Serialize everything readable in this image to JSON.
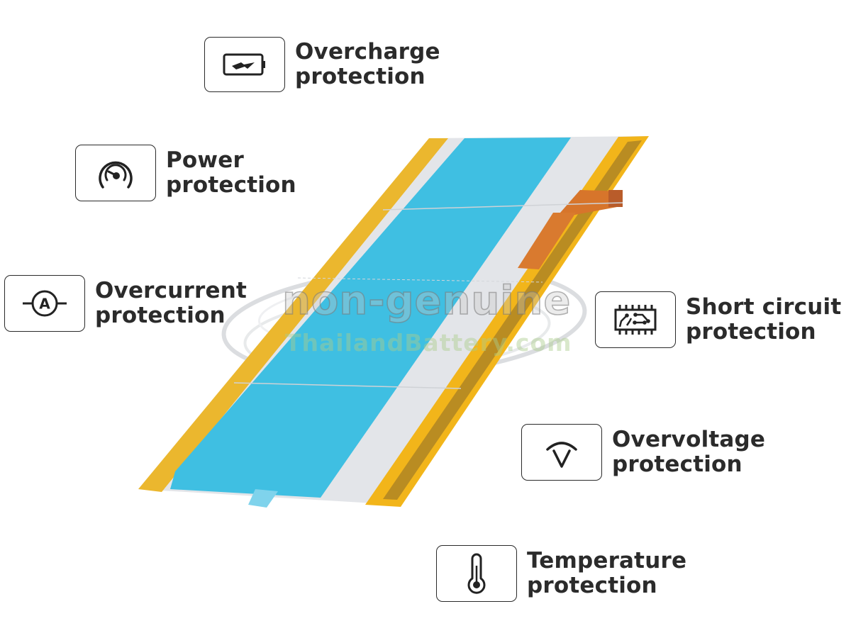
{
  "features": [
    {
      "id": "overcharge",
      "icon": "battery-charge-icon",
      "line1": "Overcharge",
      "line2": "protection"
    },
    {
      "id": "power",
      "icon": "gauge-icon",
      "line1": "Power",
      "line2": "protection"
    },
    {
      "id": "overcurrent",
      "icon": "ammeter-icon",
      "line1": "Overcurrent",
      "line2": "protection"
    },
    {
      "id": "short-circuit",
      "icon": "circuit-chip-icon",
      "line1": "Short circuit",
      "line2": "protection"
    },
    {
      "id": "overvoltage",
      "icon": "voltage-icon",
      "line1": "Overvoltage",
      "line2": "protection"
    },
    {
      "id": "temperature",
      "icon": "thermometer-icon",
      "line1": "Temperature",
      "line2": "protection"
    }
  ],
  "watermark": {
    "line1": "non-genuine",
    "line2": "ThailandBattery.com"
  },
  "colors": {
    "text": "#2b2b2b",
    "battery_blue": "#3dbde0",
    "battery_silver": "#e4e6ea",
    "battery_gold": "#f0b81e",
    "flex_orange": "#d8782a"
  }
}
